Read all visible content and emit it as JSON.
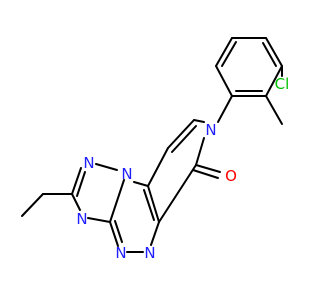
{
  "colors": {
    "bond": "#000000",
    "nitrogen": "#2020ff",
    "oxygen": "#ff0000",
    "chlorine": "#00c000"
  },
  "atoms": {
    "n_tr1": "N",
    "n_tr2": "N",
    "n_ring_fusion": "N",
    "n_tz1": "N",
    "n_tz2": "N",
    "n_pyridone": "N",
    "o_carbonyl": "O",
    "cl": "Cl"
  }
}
